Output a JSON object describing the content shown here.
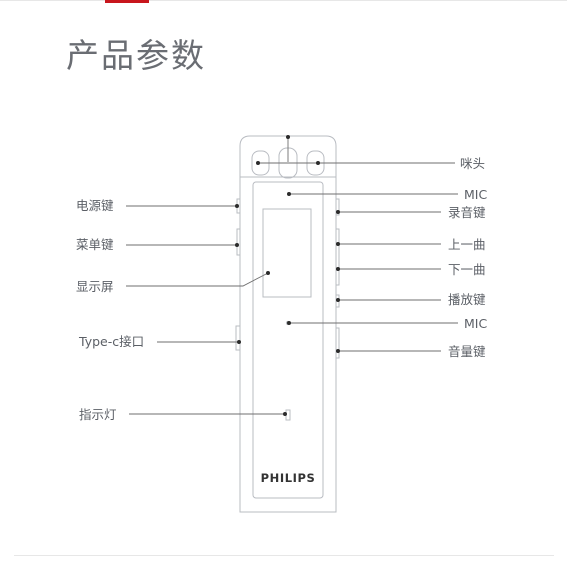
{
  "page": {
    "title": "产品参数",
    "accent_color": "#c8161d"
  },
  "device": {
    "brand": "PHILIPS",
    "labels": {
      "mic_head": "咪头",
      "power_key": "电源键",
      "mic_top": "MIC",
      "record_key": "录音键",
      "menu_key": "菜单键",
      "prev_track": "上一曲",
      "next_track": "下一曲",
      "display": "显示屏",
      "play_key": "播放键",
      "mic_bottom": "MIC",
      "usb_port": "Type-c接口",
      "volume_key": "音量键",
      "indicator": "指示灯"
    }
  }
}
